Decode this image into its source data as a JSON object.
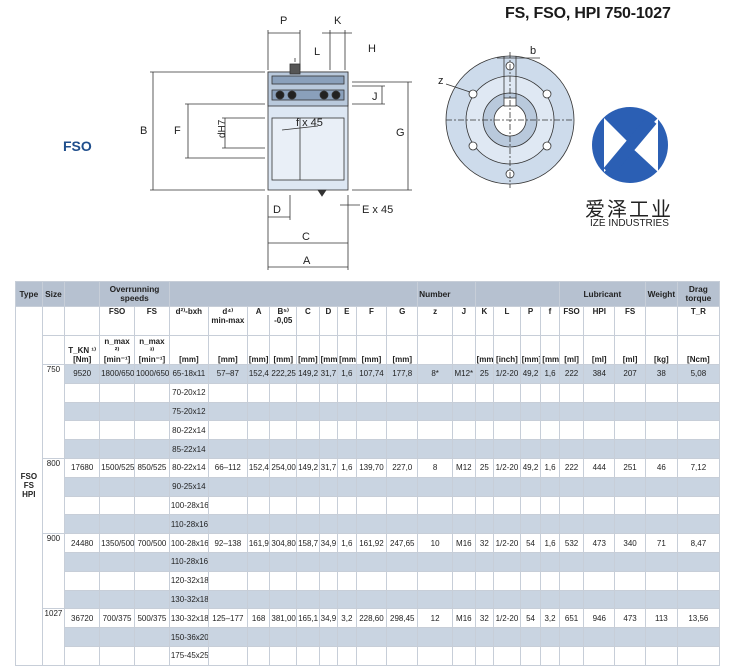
{
  "header": {
    "title": "FS, FSO, HPI 750-1027",
    "drawing_label": "FSO"
  },
  "brand": {
    "name_cn": "爱泽工业",
    "name_en": "IZE INDUSTRIES",
    "color": "#2b5fb4"
  },
  "drawing": {
    "labels": {
      "P": "P",
      "K": "K",
      "L": "L",
      "H": "H",
      "B": "B",
      "F": "F",
      "dH7": "dH7",
      "fx45": "f x 45",
      "G": "G",
      "J": "J",
      "D": "D",
      "Ex45": "E x 45",
      "C": "C",
      "A": "A",
      "z": "z",
      "b": "b"
    }
  },
  "table": {
    "header_row1": {
      "type": "Type",
      "size": "Size",
      "overrunning": "Overrunning speeds",
      "number": "Number",
      "lubricant": "Lubricant",
      "weight": "Weight",
      "drag": "Drag torque"
    },
    "header_row2": [
      "",
      "",
      "FSO",
      "FS",
      "d²⁾-bxh",
      "d⁴⁾",
      "A",
      "B⁵⁾",
      "C",
      "D",
      "E",
      "F",
      "G",
      "z",
      "J",
      "K",
      "L",
      "P",
      "f",
      "FSO",
      "HPI",
      "FS",
      "",
      "T_R"
    ],
    "header_row2_extra": {
      "b_tol": "-0,05",
      "d_range": "min-max"
    },
    "header_row3": [
      "",
      "T_KN ¹⁾ [Nm]",
      "n_max ²⁾ [min⁻¹]",
      "n_max ³⁾ [min⁻¹]",
      "[mm]",
      "[mm]",
      "[mm]",
      "[mm]",
      "[mm]",
      "[mm]",
      "[mm]",
      "[mm]",
      "[mm]",
      "",
      "",
      "[mm]",
      "[inch]",
      "[mm]",
      "[mm]",
      "[ml]",
      "[ml]",
      "[ml]",
      "[kg]",
      "[Ncm]"
    ],
    "type_label": "FSO\nFS\nHPI",
    "groups": [
      {
        "size": "750",
        "tkn": "9520",
        "n_fso": "1800/650",
        "n_fs": "1000/650",
        "bores": [
          "65-18x11",
          "70-20x12",
          "75-20x12",
          "80-22x14",
          "85-22x14"
        ],
        "d": "57–87",
        "A": "152,4",
        "B": "222,25",
        "C": "149,2",
        "D": "31,7",
        "E": "1,6",
        "F": "107,74",
        "G": "177,8",
        "z": "8*",
        "J": "M12*",
        "K": "25",
        "L": "1/2-20",
        "P": "49,2",
        "f": "1,6",
        "lub_fso": "222",
        "lub_hpi": "384",
        "lub_fs": "207",
        "weight": "38",
        "drag": "5,08"
      },
      {
        "size": "800",
        "tkn": "17680",
        "n_fso": "1500/525",
        "n_fs": "850/525",
        "bores": [
          "80-22x14",
          "90-25x14",
          "100-28x16",
          "110-28x16"
        ],
        "d": "66–112",
        "A": "152,4",
        "B": "254,00",
        "C": "149,2",
        "D": "31,7",
        "E": "1,6",
        "F": "139,70",
        "G": "227,0",
        "z": "8",
        "J": "M12",
        "K": "25",
        "L": "1/2-20",
        "P": "49,2",
        "f": "1,6",
        "lub_fso": "222",
        "lub_hpi": "444",
        "lub_fs": "251",
        "weight": "46",
        "drag": "7,12"
      },
      {
        "size": "900",
        "tkn": "24480",
        "n_fso": "1350/500",
        "n_fs": "700/500",
        "bores": [
          "100-28x16",
          "110-28x16",
          "120-32x18",
          "130-32x18"
        ],
        "d": "92–138",
        "A": "161,9",
        "B": "304,80",
        "C": "158,7",
        "D": "34,9",
        "E": "1,6",
        "F": "161,92",
        "G": "247,65",
        "z": "10",
        "J": "M16",
        "K": "32",
        "L": "1/2-20",
        "P": "54",
        "f": "1,6",
        "lub_fso": "532",
        "lub_hpi": "473",
        "lub_fs": "340",
        "weight": "71",
        "drag": "8,47"
      },
      {
        "size": "1027",
        "tkn": "36720",
        "n_fso": "700/375",
        "n_fs": "500/375",
        "bores": [
          "130-32x18",
          "150-36x20",
          "175-45x25"
        ],
        "d": "125–177",
        "A": "168",
        "B": "381,00",
        "C": "165,1",
        "D": "34,9",
        "E": "3,2",
        "F": "228,60",
        "G": "298,45",
        "z": "12",
        "J": "M16",
        "K": "32",
        "L": "1/2-20",
        "P": "54",
        "f": "3,2",
        "lub_fso": "651",
        "lub_hpi": "946",
        "lub_fs": "473",
        "weight": "113",
        "drag": "13,56"
      }
    ]
  }
}
